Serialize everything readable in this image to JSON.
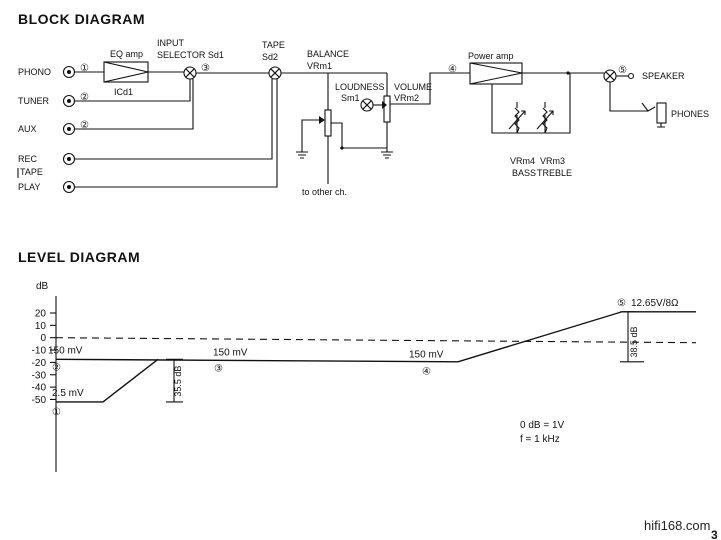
{
  "block_diagram": {
    "title": "BLOCK DIAGRAM",
    "inputs": [
      "PHONO",
      "TUNER",
      "AUX",
      "REC",
      "TAPE",
      "PLAY"
    ],
    "node_numbers": [
      "①",
      "②",
      "②",
      "③",
      "④",
      "⑤"
    ],
    "eq_amp": {
      "title": "EQ amp",
      "ref": "ICd1"
    },
    "input_selector": {
      "line1": "INPUT",
      "line2": "SELECTOR Sd1"
    },
    "tape": {
      "line1": "TAPE",
      "line2": "Sd2"
    },
    "balance": {
      "line1": "BALANCE",
      "line2": "VRm1"
    },
    "loudness": {
      "line1": "LOUDNESS",
      "line2": "Sm1"
    },
    "volume": {
      "line1": "VOLUME",
      "line2": "VRm2"
    },
    "other_ch": "to other ch.",
    "power_amp": "Power amp",
    "bass": {
      "line1": "VRm4",
      "line2": "BASS"
    },
    "treble": {
      "line1": "VRm3",
      "line2": "TREBLE"
    },
    "speaker": "SPEAKER",
    "phones": "PHONES"
  },
  "level_diagram": {
    "title": "LEVEL DIAGRAM",
    "y_unit": "dB",
    "y_ticks": [
      "20",
      "10",
      "0",
      "-10",
      "-20",
      "-30",
      "-40",
      "-50"
    ],
    "levels": [
      {
        "node": "①",
        "label": "2.5 mV",
        "db": -52
      },
      {
        "node": "②",
        "label": "150 mV",
        "db": -17.5
      },
      {
        "node": "③",
        "label": "150 mV",
        "db": -17.5
      },
      {
        "node": "④",
        "label": "150 mV",
        "db": -17.5
      },
      {
        "node": "⑤",
        "label": "12.65V/8Ω",
        "db": 21
      }
    ],
    "gain_eq": "35.5 dB",
    "gain_power": "38.5 dB",
    "note1": "0 dB = 1V",
    "note2": "f = 1 kHz"
  },
  "footer": {
    "watermark": "hifi168.com",
    "page_number": "3"
  }
}
